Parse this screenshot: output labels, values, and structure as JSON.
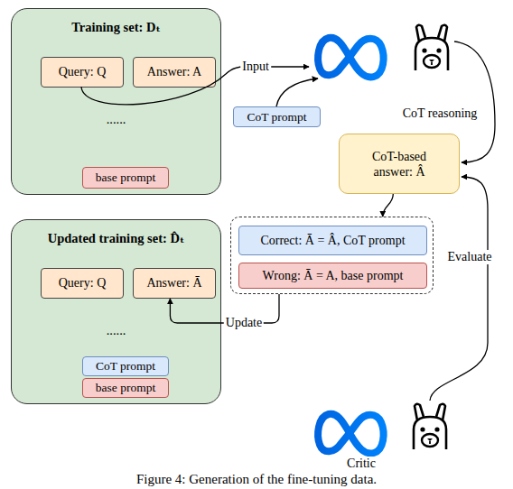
{
  "diagram": {
    "caption": "Figure 4: Generation of the fine-tuning data.",
    "nodes": [
      {
        "text": [
          "Training set: Dₜ",
          "......"
        ]
      },
      {
        "text": [
          "Query: Q"
        ],
        "in": 0
      },
      {
        "text": [
          "Answer: A"
        ],
        "in": 0
      },
      {
        "text": [
          "base prompt"
        ],
        "in": 0
      },
      {
        "text": [
          "CoT prompt"
        ]
      },
      {
        "text": [
          "CoT-based answer: Â"
        ]
      },
      {
        "text": [
          "Updated training set: D̂ₜ",
          "......"
        ]
      },
      {
        "text": [
          "Query: Q"
        ],
        "in": 6
      },
      {
        "text": [
          "Answer: Ā"
        ],
        "in": 6
      },
      {
        "text": [
          "CoT prompt"
        ],
        "in": 6
      },
      {
        "text": [
          "base prompt"
        ],
        "in": 6
      },
      {
        "text": []
      },
      {
        "text": [
          "Correct: Ā = Â, CoT prompt"
        ],
        "in": 11
      },
      {
        "text": [
          "Wrong: Ā = A, base prompt"
        ],
        "in": 11
      }
    ],
    "edges": [
      {
        "from": 5,
        "to": 11,
        "arrow": "to"
      },
      {
        "from": 11,
        "to": 8,
        "label": "Update",
        "arrow": "to"
      }
    ],
    "labels": [
      "Input",
      "CoT reasoning",
      "Evaluate",
      "Critic"
    ]
  }
}
